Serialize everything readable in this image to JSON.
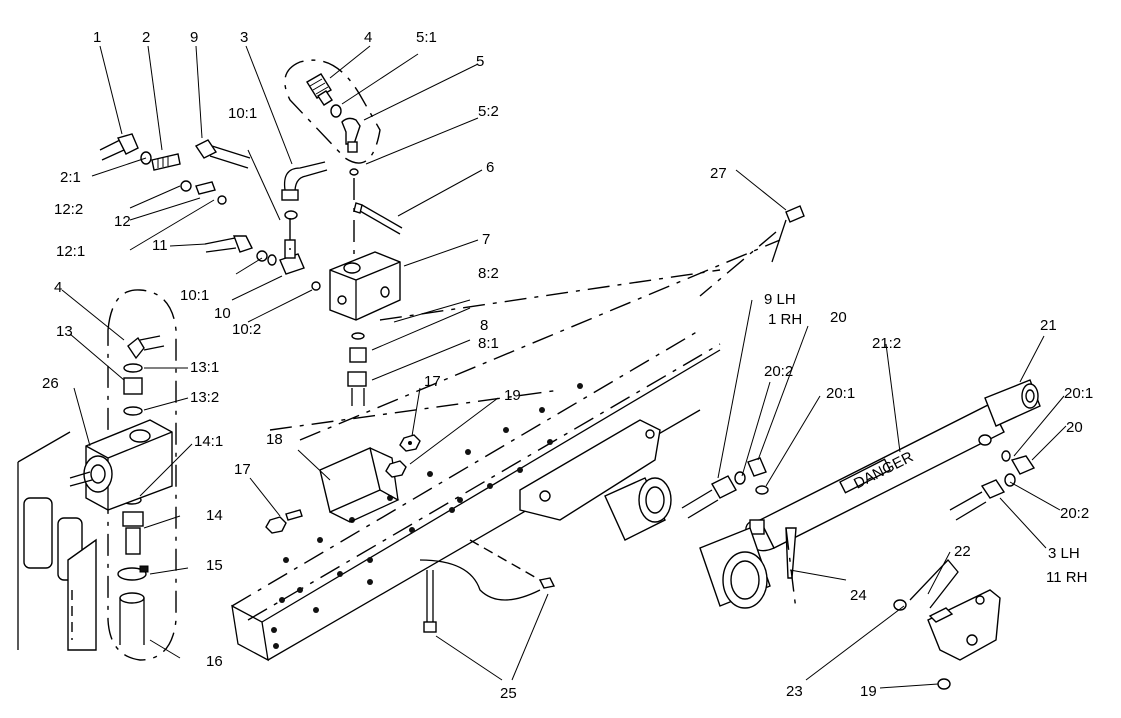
{
  "labels": {
    "l1": "1",
    "l2": "2",
    "l9": "9",
    "l3": "3",
    "l4": "4",
    "l5_1": "5:1",
    "l5": "5",
    "l5_2": "5:2",
    "l10_1a": "10:1",
    "l2_1": "2:1",
    "l12_2": "12:2",
    "l12": "12",
    "l12_1": "12:1",
    "l6": "6",
    "l7": "7",
    "l11": "11",
    "l10_1b": "10:1",
    "l10": "10",
    "l10_2": "10:2",
    "l8_2": "8:2",
    "l8": "8",
    "l8_1": "8:1",
    "l4b": "4",
    "l13": "13",
    "l13_1": "13:1",
    "l26": "26",
    "l13_2": "13:2",
    "l14_1": "14:1",
    "l14": "14",
    "l15": "15",
    "l16": "16",
    "l27": "27",
    "l9lh": "9  LH",
    "l1rh": "1 RH",
    "l20a": "20",
    "l21_2": "21:2",
    "l21": "21",
    "l20_2a": "20:2",
    "l20_1a": "20:1",
    "l20_1b": "20:1",
    "l20b": "20",
    "l20_2b": "20:2",
    "l3lh": "3  LH",
    "l11rh": "11 RH",
    "l17a": "17",
    "l19a": "19",
    "l18": "18",
    "l17b": "17",
    "l22": "22",
    "l24": "24",
    "l23": "23",
    "l19b": "19",
    "l25": "25"
  },
  "cylinder_decal": "DANGER"
}
